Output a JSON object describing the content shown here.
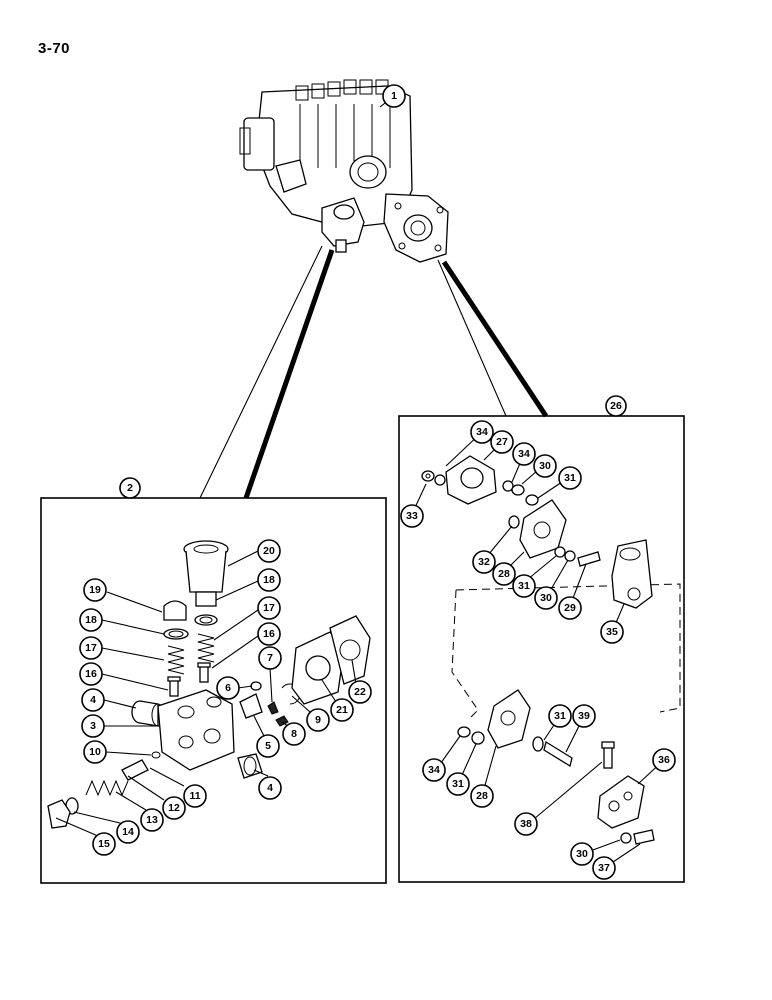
{
  "page_number": "3-70",
  "callouts": {
    "c1": "1",
    "c2": "2",
    "c3": "3",
    "c4a": "4",
    "c4b": "4",
    "c5": "5",
    "c6": "6",
    "c7": "7",
    "c8": "8",
    "c9": "9",
    "c10": "10",
    "c11": "11",
    "c12": "12",
    "c13": "13",
    "c14": "14",
    "c15": "15",
    "c16a": "16",
    "c16b": "16",
    "c17a": "17",
    "c17b": "17",
    "c18a": "18",
    "c18b": "18",
    "c19": "19",
    "c20": "20",
    "c21": "21",
    "c22": "22",
    "c26": "26",
    "c27": "27",
    "c28a": "28",
    "c28b": "28",
    "c29": "29",
    "c30a": "30",
    "c30b": "30",
    "c30c": "30",
    "c31a": "31",
    "c31b": "31",
    "c31c": "31",
    "c31d": "31",
    "c32": "32",
    "c33": "33",
    "c34a": "34",
    "c34b": "34",
    "c34c": "34",
    "c35": "35",
    "c36": "36",
    "c37": "37",
    "c38": "38",
    "c39": "39"
  }
}
